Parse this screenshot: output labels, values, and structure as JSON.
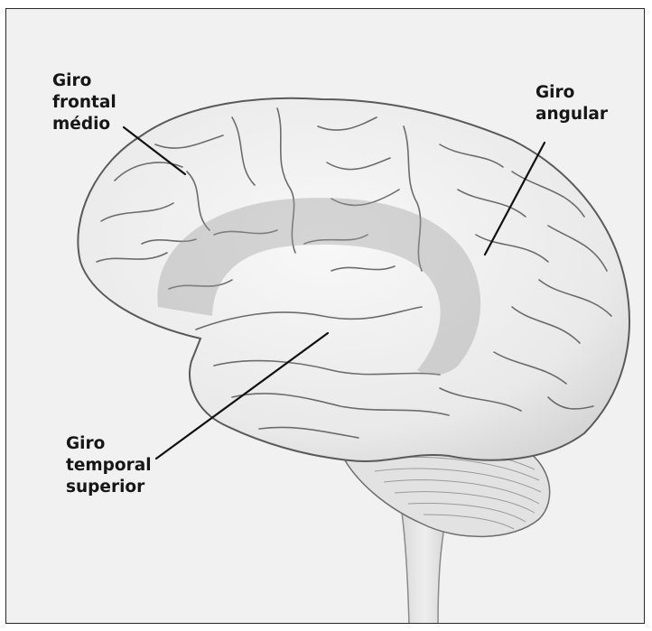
{
  "labels": {
    "middle_frontal_gyrus": "Giro\nfrontal\nmédio",
    "angular_gyrus": "Giro\nangular",
    "superior_temporal_gyrus": "Giro\ntemporal\nsuperior"
  }
}
